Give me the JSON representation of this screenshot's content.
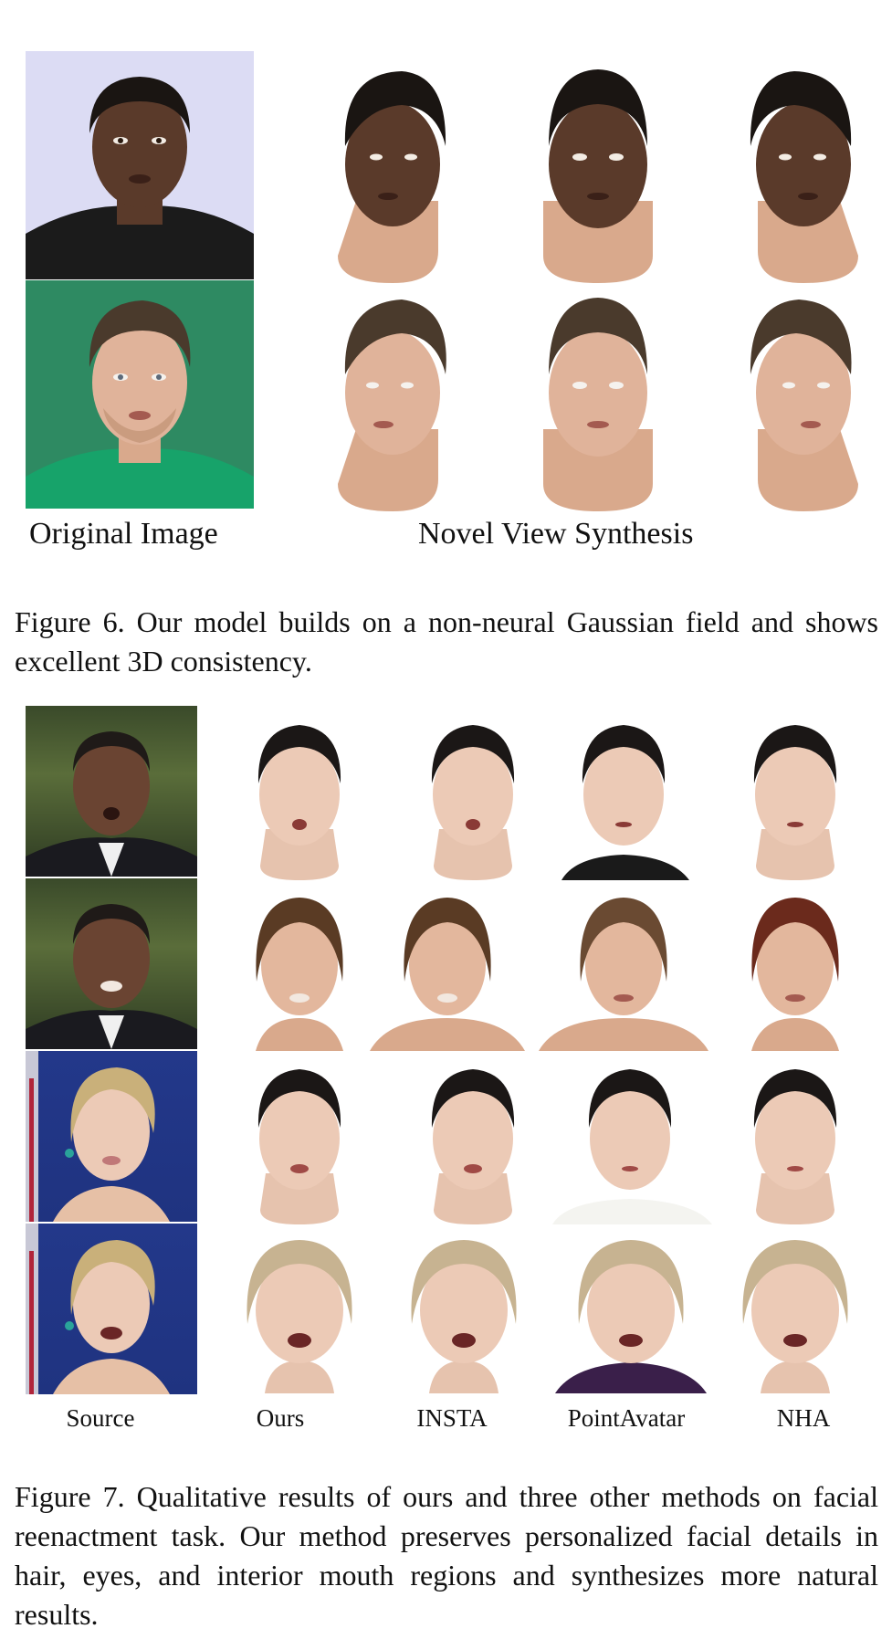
{
  "figure6": {
    "label_original": "Original Image",
    "label_novel": "Novel View Synthesis",
    "caption": "Figure 6.  Our model builds on a non-neural Gaussian field and shows excellent 3D consistency."
  },
  "figure7": {
    "columns": [
      "Source",
      "Ours",
      "INSTA",
      "PointAvatar",
      "NHA"
    ],
    "caption": "Figure 7.  Qualitative results of ours and three other methods on facial reenactment task. Our method preserves personalized facial details in hair, eyes, and interior mouth regions and synthesizes more natural results."
  },
  "colors": {
    "fig6_row1_bg": "#dcdcf4",
    "fig6_row2_bg": "#2e8a62",
    "skin_dark": "#5a3a2a",
    "skin_light": "#d9a98c",
    "hair_dark": "#1a1512",
    "hair_brown": "#4a3a2c",
    "hair_blonde": "#c9b07a"
  }
}
